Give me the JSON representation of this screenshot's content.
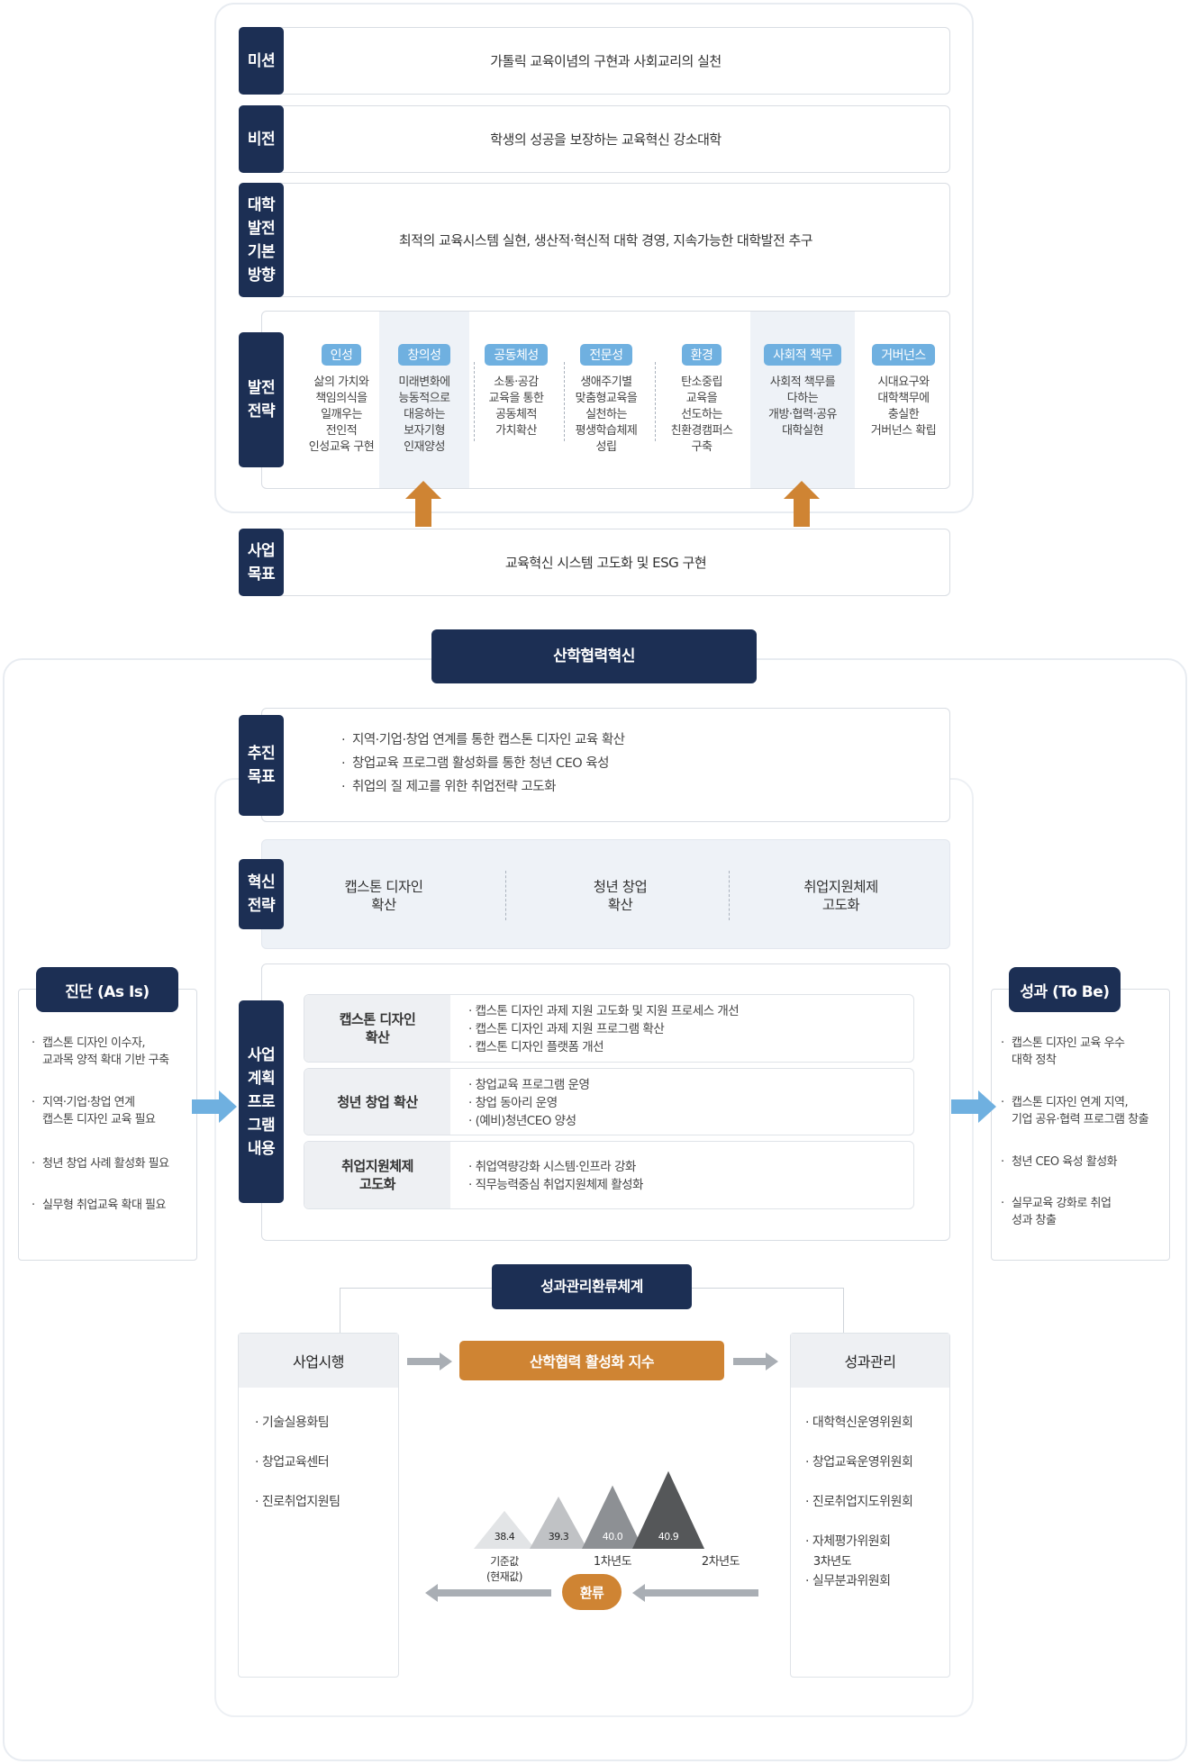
{
  "top": {
    "mission": {
      "label": "미션",
      "text": "가톨릭 교육이념의 구현과 사회교리의 실천"
    },
    "vision": {
      "label": "비전",
      "text": "학생의 성공을 보장하는 교육혁신 강소대학"
    },
    "direction": {
      "label": "대학\n발전\n기본\n방향",
      "text": "최적의 교육시스템 실현, 생산적·혁신적 대학 경영, 지속가능한 대학발전 추구"
    },
    "strategy": {
      "label": "발전\n전략",
      "items": [
        {
          "name": "인성",
          "desc": "삶의 가치와\n책임의식을\n일깨우는\n전인적\n인성교육 구현"
        },
        {
          "name": "창의성",
          "desc": "미래변화에\n능동적으로\n대응하는\n보자기형\n인재양성"
        },
        {
          "name": "공동체성",
          "desc": "소통·공감\n교육을 통한\n공동체적\n가치확산"
        },
        {
          "name": "전문성",
          "desc": "생애주기별\n맞춤형교육을\n실천하는\n평생학습체제\n성립"
        },
        {
          "name": "환경",
          "desc": "탄소중립\n교육을\n선도하는\n친환경캠퍼스\n구축"
        },
        {
          "name": "사회적 책무",
          "desc": "사회적 책무를\n다하는\n개방·협력·공유\n대학실현"
        },
        {
          "name": "거버넌스",
          "desc": "시대요구와\n대학책무에\n충실한\n거버넌스 확립"
        }
      ]
    },
    "goal": {
      "label": "사업\n목표",
      "text": "교육혁신 시스템 고도화 및 ESG 구현"
    }
  },
  "main_title": "산학협력혁신",
  "push_goal": {
    "label": "추진\n목표",
    "items": [
      "지역·기업·창업 연계를 통한 캡스톤 디자인 교육 확산",
      "창업교육 프로그램 활성화를 통한 청년 CEO 육성",
      "취업의 질 제고를 위한 취업전략 고도화"
    ]
  },
  "innovation_strategy": {
    "label": "혁신\n전략",
    "items": [
      "캡스톤 디자인\n확산",
      "청년 창업\n확산",
      "취업지원체제\n고도화"
    ]
  },
  "program": {
    "label": "사업\n계획\n프로\n그램\n내용",
    "rows": [
      {
        "title": "캡스톤 디자인\n확산",
        "items": [
          "캡스톤 디자인 과제 지원 고도화 및 지원 프로세스 개선",
          "캡스톤 디자인 과제 지원 프로그램 확산",
          "캡스톤 디자인 플랫폼 개선"
        ]
      },
      {
        "title": "청년 창업 확산",
        "items": [
          "창업교육 프로그램 운영",
          "창업 동아리 운영",
          "(예비)청년CEO 양성"
        ]
      },
      {
        "title": "취업지원체제\n고도화",
        "items": [
          "취업역량강화 시스템·인프라 강화",
          "직무능력중심 취업지원체제 활성화"
        ]
      }
    ]
  },
  "as_is": {
    "title": "진단 (As Is)",
    "items": [
      "캡스톤 디자인 이수자,\n교과목 양적 확대 기반 구축",
      "지역·기업·창업 연계\n캡스톤 디자인 교육 필요",
      "청년 창업 사례 활성화 필요",
      "실무형 취업교육 확대 필요"
    ]
  },
  "to_be": {
    "title": "성과 (To Be)",
    "items": [
      "캡스톤 디자인 교육 우수\n대학 정착",
      "캡스톤 디자인 연계 지역,\n기업 공유·협력 프로그램 창출",
      "청년 CEO 육성 활성화",
      "실무교육 강화로 취업\n성과 창출"
    ]
  },
  "feedback": {
    "title": "성과관리환류체계",
    "left": {
      "head": "사업시행",
      "items": [
        "기술실용화팀",
        "창업교육센터",
        "진로취업지원팀"
      ]
    },
    "center": {
      "head": "산학협력 활성화 지수",
      "loop_label": "환류"
    },
    "right": {
      "head": "성과관리",
      "items": [
        "대학혁신운영위원회",
        "창업교육운영위원회",
        "진로취업지도위원회",
        "자체평가위원회",
        "실무분과위원회"
      ]
    }
  },
  "chart_data": {
    "type": "bar",
    "categories": [
      "기준값\n(현재값)",
      "1차년도",
      "2차년도",
      "3차년도"
    ],
    "values": [
      38.4,
      39.3,
      40.0,
      40.9
    ],
    "value_labels": [
      "38.4",
      "39.3",
      "40.0",
      "40.9"
    ],
    "colors": [
      "#e2e4e6",
      "#c0c2c5",
      "#8d9094",
      "#555759"
    ]
  }
}
